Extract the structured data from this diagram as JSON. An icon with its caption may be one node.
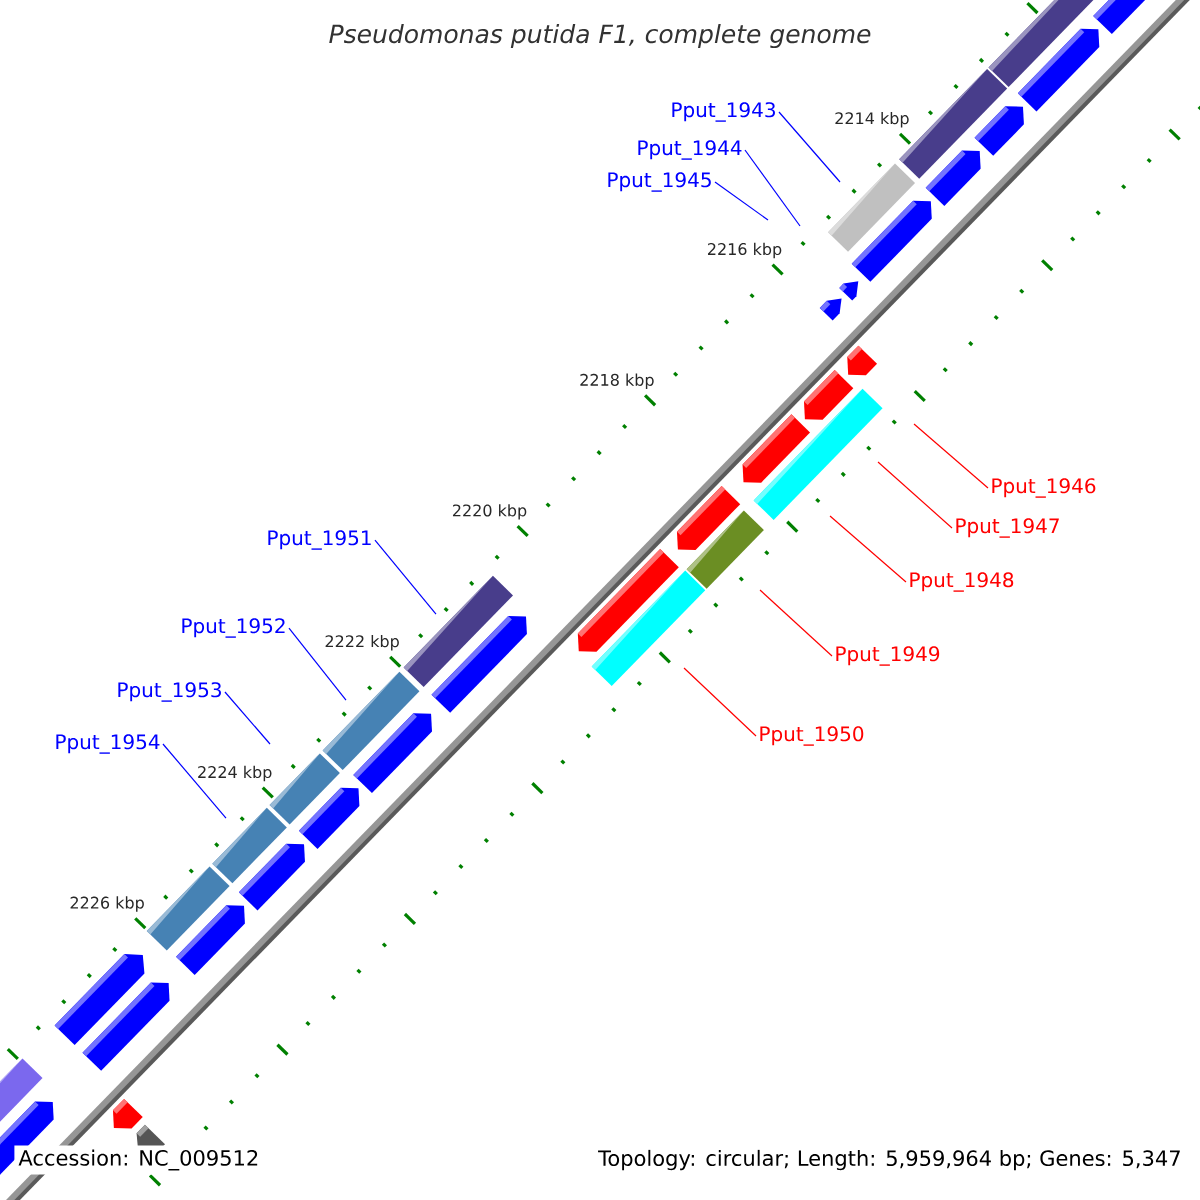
{
  "diagram": {
    "title": "Pseudomonas putida F1, complete genome",
    "nodes": [
      {
        "text": [
          "Pput_1943"
        ]
      },
      {
        "text": [
          "Pput_1944"
        ]
      },
      {
        "text": [
          "Pput_1945"
        ]
      },
      {
        "text": [
          "Pput_1946"
        ]
      },
      {
        "text": [
          "Pput_1947"
        ]
      },
      {
        "text": [
          "Pput_1948"
        ]
      },
      {
        "text": [
          "Pput_1949"
        ]
      },
      {
        "text": [
          "Pput_1950"
        ]
      },
      {
        "text": [
          "Pput_1951"
        ]
      },
      {
        "text": [
          "Pput_1952"
        ]
      },
      {
        "text": [
          "Pput_1953"
        ]
      },
      {
        "text": [
          "Pput_1954"
        ]
      }
    ],
    "edges": [
      {
        "from": 0,
        "to": null,
        "arrow": "none"
      },
      {
        "from": 1,
        "to": null,
        "arrow": "none"
      },
      {
        "from": 2,
        "to": null,
        "arrow": "none"
      },
      {
        "from": 3,
        "to": null,
        "arrow": "none",
        "color": "#ff0000"
      },
      {
        "from": 4,
        "to": null,
        "arrow": "none",
        "color": "#ff0000"
      },
      {
        "from": 5,
        "to": null,
        "arrow": "none",
        "color": "#ff0000"
      },
      {
        "from": 6,
        "to": null,
        "arrow": "none",
        "color": "#ff0000"
      },
      {
        "from": 7,
        "to": null,
        "arrow": "none",
        "color": "#ff0000"
      },
      {
        "from": 8,
        "to": null,
        "arrow": "none"
      },
      {
        "from": 9,
        "to": null,
        "arrow": "none"
      },
      {
        "from": 10,
        "to": null,
        "arrow": "none"
      },
      {
        "from": 11,
        "to": null,
        "arrow": "none"
      }
    ],
    "labels": [
      "2214 kbp",
      "2216 kbp",
      "2218 kbp",
      "2220 kbp",
      "2222 kbp",
      "2224 kbp",
      "2226 kbp",
      "Accession: NC_009512",
      "Topology: circular; Length: 5,959,964 bp; Genes: 5,347"
    ]
  }
}
